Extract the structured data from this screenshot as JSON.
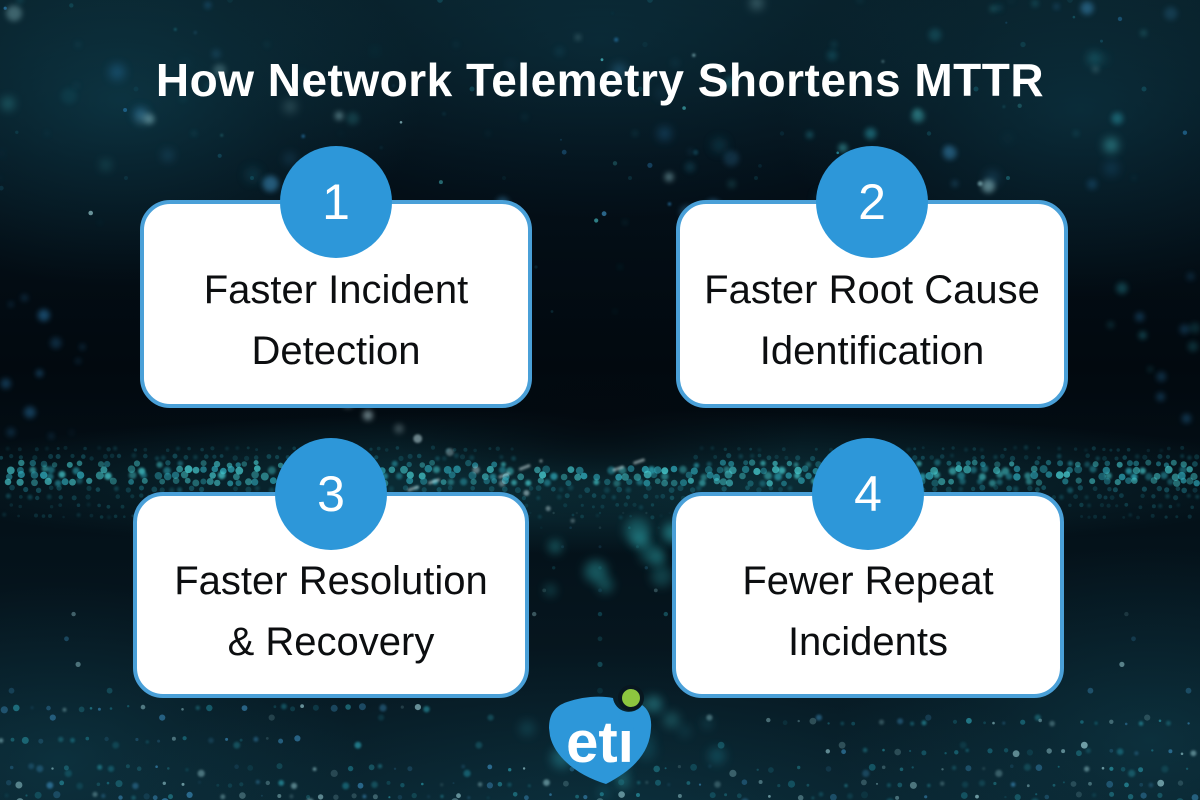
{
  "title": "How Network Telemetry Shortens MTTR",
  "steps": [
    {
      "number": "1",
      "label": "Faster Incident Detection",
      "lines": [
        "Faster Incident",
        "Detection"
      ]
    },
    {
      "number": "2",
      "label": "Faster Root Cause Identification",
      "lines": [
        "Faster Root Cause",
        "Identification"
      ]
    },
    {
      "number": "3",
      "label": "Faster Resolution & Recovery",
      "lines": [
        "Faster Resolution",
        "& Recovery"
      ]
    },
    {
      "number": "4",
      "label": "Fewer Repeat Incidents",
      "lines": [
        "Fewer Repeat",
        "Incidents"
      ]
    }
  ],
  "logo": {
    "text": "eti"
  },
  "colors": {
    "accent_blue": "#2d97d9",
    "card_border": "#4aa0d8",
    "card_bg": "#ffffff",
    "text_dark": "#0c0e10",
    "title_white": "#ffffff",
    "logo_green": "#8dc63f"
  }
}
